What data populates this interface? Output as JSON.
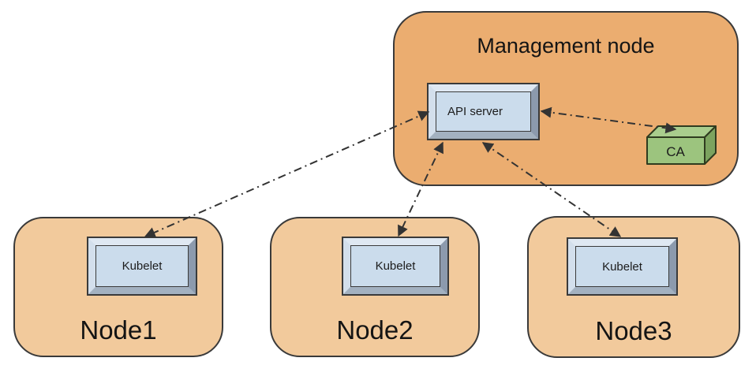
{
  "diagram": {
    "management_node": {
      "label": "Management node",
      "fill": "#EBAD70"
    },
    "api_server": {
      "label": "API server",
      "fill": "#CBDCEC"
    },
    "ca": {
      "label": "CA",
      "colors": {
        "front": "#9cc47e",
        "top": "#a9cd8d",
        "side": "#7ca35f",
        "stroke": "#2f3b1f"
      }
    },
    "nodes": [
      {
        "label": "Node1",
        "component": {
          "label": "Kubelet"
        }
      },
      {
        "label": "Node2",
        "component": {
          "label": "Kubelet"
        }
      },
      {
        "label": "Node3",
        "component": {
          "label": "Kubelet"
        }
      }
    ],
    "edges": [
      {
        "from": "kubelet-node1",
        "to": "api-server",
        "style": "dash-dot",
        "bidirectional": true
      },
      {
        "from": "kubelet-node2",
        "to": "api-server",
        "style": "dash-dot",
        "bidirectional": true
      },
      {
        "from": "kubelet-node3",
        "to": "api-server",
        "style": "dash-dot",
        "bidirectional": true
      },
      {
        "from": "api-server",
        "to": "ca",
        "style": "dash-dot",
        "bidirectional": true
      }
    ],
    "colors": {
      "management_fill": "#EBAD70",
      "worker_fill": "#F2CA9C",
      "box_fill": "#CBDCEC",
      "border": "#3A3A3A",
      "arrow": "#333333",
      "background": "#FFFFFF"
    }
  }
}
